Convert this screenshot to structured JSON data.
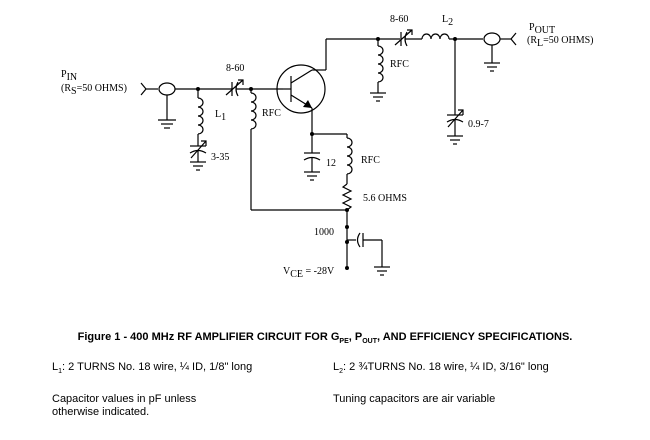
{
  "labels": {
    "pin_main": "P",
    "pin_sub": "IN",
    "rs_pre": "(R",
    "rs_sub": "S",
    "rs_post": "=50 OHMS)",
    "pout_main": "P",
    "pout_sub": "OUT",
    "rl_pre": "(R",
    "rl_sub": "L",
    "rl_post": "=50 OHMS)",
    "cap_in_series": "8-60",
    "cap_out_series": "8-60",
    "l1_main": "L",
    "l1_sub": "1",
    "l2_main": "L",
    "l2_sub": "2",
    "rfc_base": "RFC",
    "rfc_collector": "RFC",
    "rfc_emitter": "RFC",
    "cap_shunt_in": "3-35",
    "cap_shunt_out": "0.9-7",
    "cap_emitter": "12",
    "res_emitter": "5.6 OHMS",
    "cap_bypass": "1000",
    "vcc_main": "V",
    "vcc_sub": "CE",
    "vcc_post": " = -28V"
  },
  "caption": {
    "prefix": "Figure 1 - 400 MHz RF AMPLIFIER CIRCUIT FOR G",
    "gpe_sub": "PE",
    "mid": ", P",
    "pout_sub": "OUT",
    "suffix": ", AND EFFICIENCY SPECIFICATIONS."
  },
  "notes": {
    "l1_main": "L",
    "l1_sub": "1",
    "l1_text": ": 2 TURNS No. 18 wire, ¼ ID, 1/8\" long",
    "l2_main": "L",
    "l2_sub": "2",
    "l2_text": ": 2 ¾TURNS No. 18 wire, ¼ ID,  3/16\"  long",
    "cap_line1": "Capacitor values in pF unless",
    "cap_line2": "otherwise indicated.",
    "tuning": "Tuning capacitors are air variable"
  }
}
